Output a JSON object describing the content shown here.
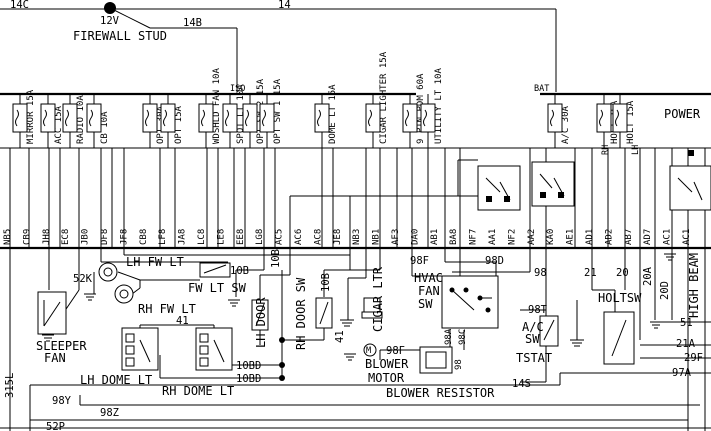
{
  "top": {
    "wire_14c": "14C",
    "wire_12v": "12V",
    "wire_14b": "14B",
    "wire_14": "14",
    "firewall": "FIREWALL STUD",
    "iso": "ISO",
    "bat": "BAT",
    "power": "POWER"
  },
  "fuses": [
    {
      "label": "MIRROR 15A"
    },
    {
      "label": "ACC 15A"
    },
    {
      "label": "RADIO 10A"
    },
    {
      "label": "CB 10A"
    },
    {
      "label": "OPT 30A"
    },
    {
      "label": "OPT 15A"
    },
    {
      "label": "WDSHLD FAN 10A"
    },
    {
      "label": "SPOT LT 10A"
    },
    {
      "label": "OPT SW 2 15A"
    },
    {
      "label": "OPT SW 1 15A"
    },
    {
      "label": "DOME LT 15A"
    },
    {
      "label": "CIGAR LIGHTER 15A"
    },
    {
      "label": "9 PIN PDM 60A"
    },
    {
      "label": "UTILITY LT 10A"
    },
    {
      "label": "A/C 30A"
    },
    {
      "label": "HOLT 15A"
    },
    {
      "label": "HOLT 15A"
    }
  ],
  "rh": "RH",
  "lh": "LH",
  "connectors": [
    "NB5",
    "CB9",
    "JH8",
    "EC8",
    "JB0",
    "DF8",
    "JF8",
    "CB8",
    "LF8",
    "JA8",
    "LC8",
    "LE8",
    "EE8",
    "LG8",
    "AC5",
    "AC6",
    "AC8",
    "JE8",
    "NB3",
    "NB1",
    "AF3",
    "DA0",
    "AB1",
    "BA8",
    "NF7",
    "AA1",
    "NF2",
    "AA2",
    "KA0",
    "AE1",
    "AD1",
    "AD2",
    "AB7",
    "AD7",
    "AC1",
    "AC1"
  ],
  "components": {
    "lh_fw_lt": "LH FW LT",
    "rh_fw_lt": "RH FW LT",
    "fw_lt_sw": "FW LT SW",
    "sleeper_fan": [
      "SLEEPER",
      "FAN"
    ],
    "lh_door": "LH DOOR",
    "rh_door_sw": "RH DOOR SW",
    "cigar_ltr": "CIGAR LTR",
    "hvac": [
      "HVAC",
      "FAN",
      "SW"
    ],
    "ac_sw": [
      "A/C",
      "SW"
    ],
    "holtsw": "HOLTSW",
    "high_beam": "HIGH BEAM",
    "lh_dome_lt": "LH DOME LT",
    "rh_dome_lt": "RH DOME LT",
    "blower_motor": [
      "BLOWER",
      "MOTOR"
    ],
    "blower_resistor": "BLOWER RESISTOR",
    "tstat": "TSTAT"
  },
  "wires": {
    "w52k": "52K",
    "w10b_a": "10B",
    "w10b_b": "10B",
    "w10b_c": "10B",
    "w41": "41",
    "w41b": "41",
    "w98f": "98F",
    "w98d": "98D",
    "w98": "98",
    "w21": "21",
    "w20": "20",
    "w20a": "20A",
    "w20d": "20D",
    "w98t": "98T",
    "w98a": "98A",
    "w98c": "98C",
    "w98_lo": "98",
    "w98f_lo": "98F",
    "w10bd1": "10BD",
    "w10bd2": "10BD",
    "w14s": "14S",
    "w98y": "98Y",
    "w98z": "98Z",
    "w52p": "52P",
    "w315l": "315L",
    "w51": "51",
    "w21a": "21A",
    "w29f": "29F",
    "w97a": "97A"
  }
}
